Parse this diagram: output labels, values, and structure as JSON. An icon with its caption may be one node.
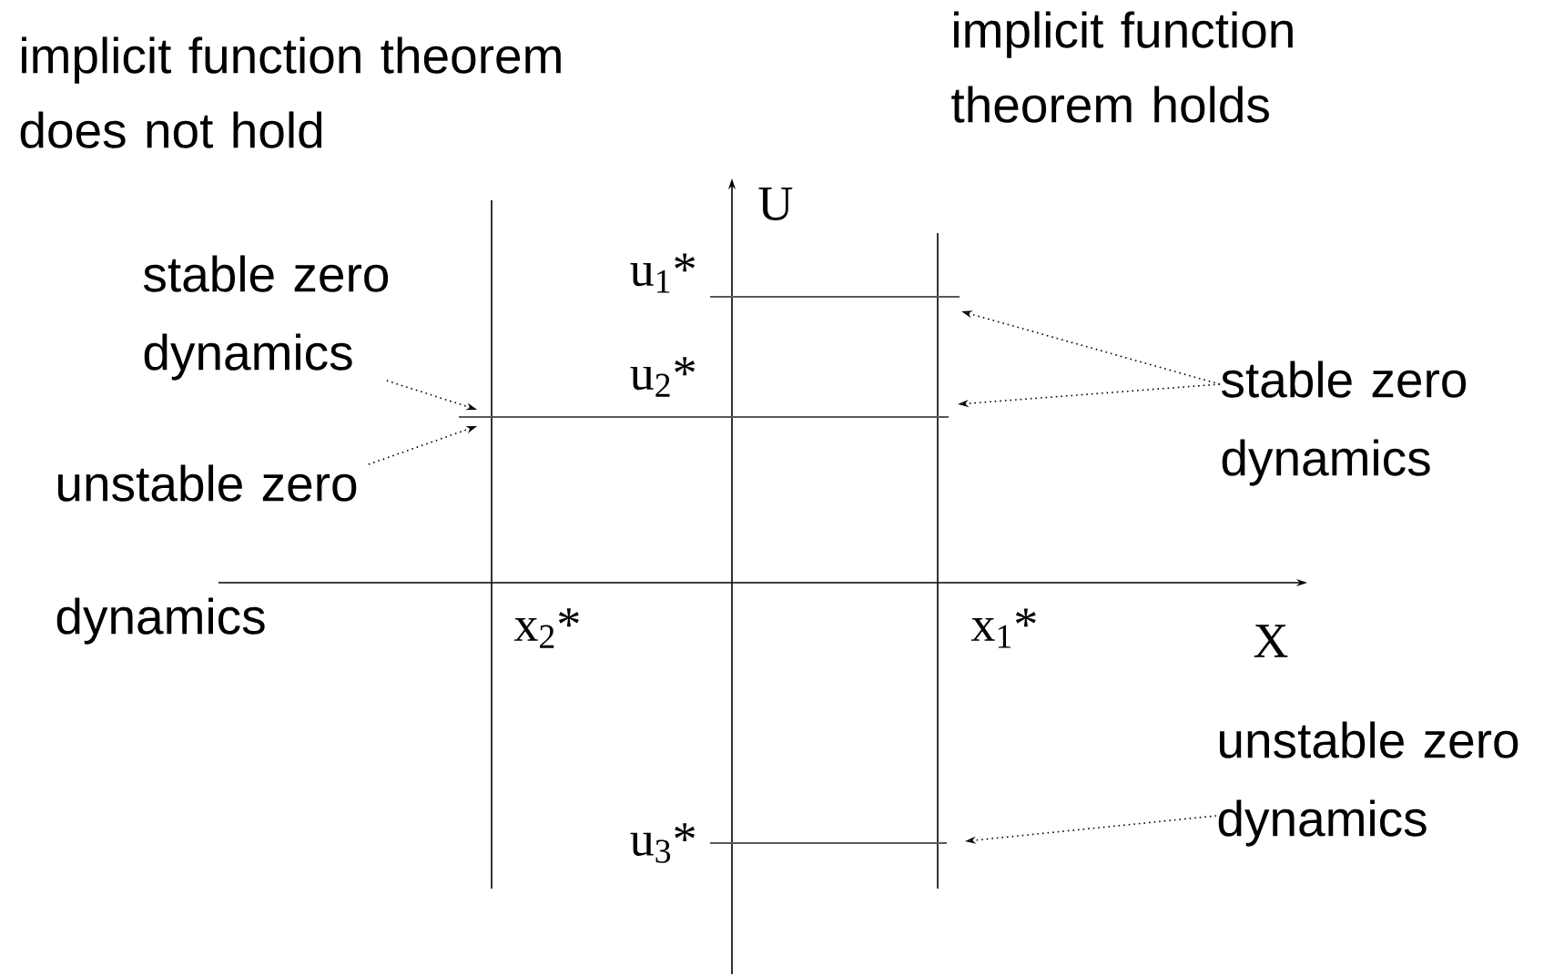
{
  "diagram": {
    "nodes": [
      {
        "text": [
          "stable zero dynamics"
        ]
      },
      {
        "text": [
          "unstable zero dynamics"
        ]
      },
      {
        "text": [
          "stable zero dynamics"
        ]
      },
      {
        "text": [
          "unstable zero dynamics"
        ]
      }
    ],
    "edges": [
      {
        "from": 0,
        "to": null,
        "arrow": "to"
      },
      {
        "from": 1,
        "to": null,
        "arrow": "to"
      },
      {
        "from": 2,
        "to": null,
        "arrow": "to"
      },
      {
        "from": 2,
        "to": null,
        "arrow": "to"
      },
      {
        "from": 3,
        "to": null,
        "arrow": "to"
      }
    ],
    "labels": [
      "implicit function theorem does not hold",
      "implicit function theorem holds",
      "U",
      "u$_{1}$*",
      "u$_{2}$*",
      "X",
      "x$_{2}$*",
      "x$_{1}$*",
      "u$_{3}$*"
    ]
  }
}
